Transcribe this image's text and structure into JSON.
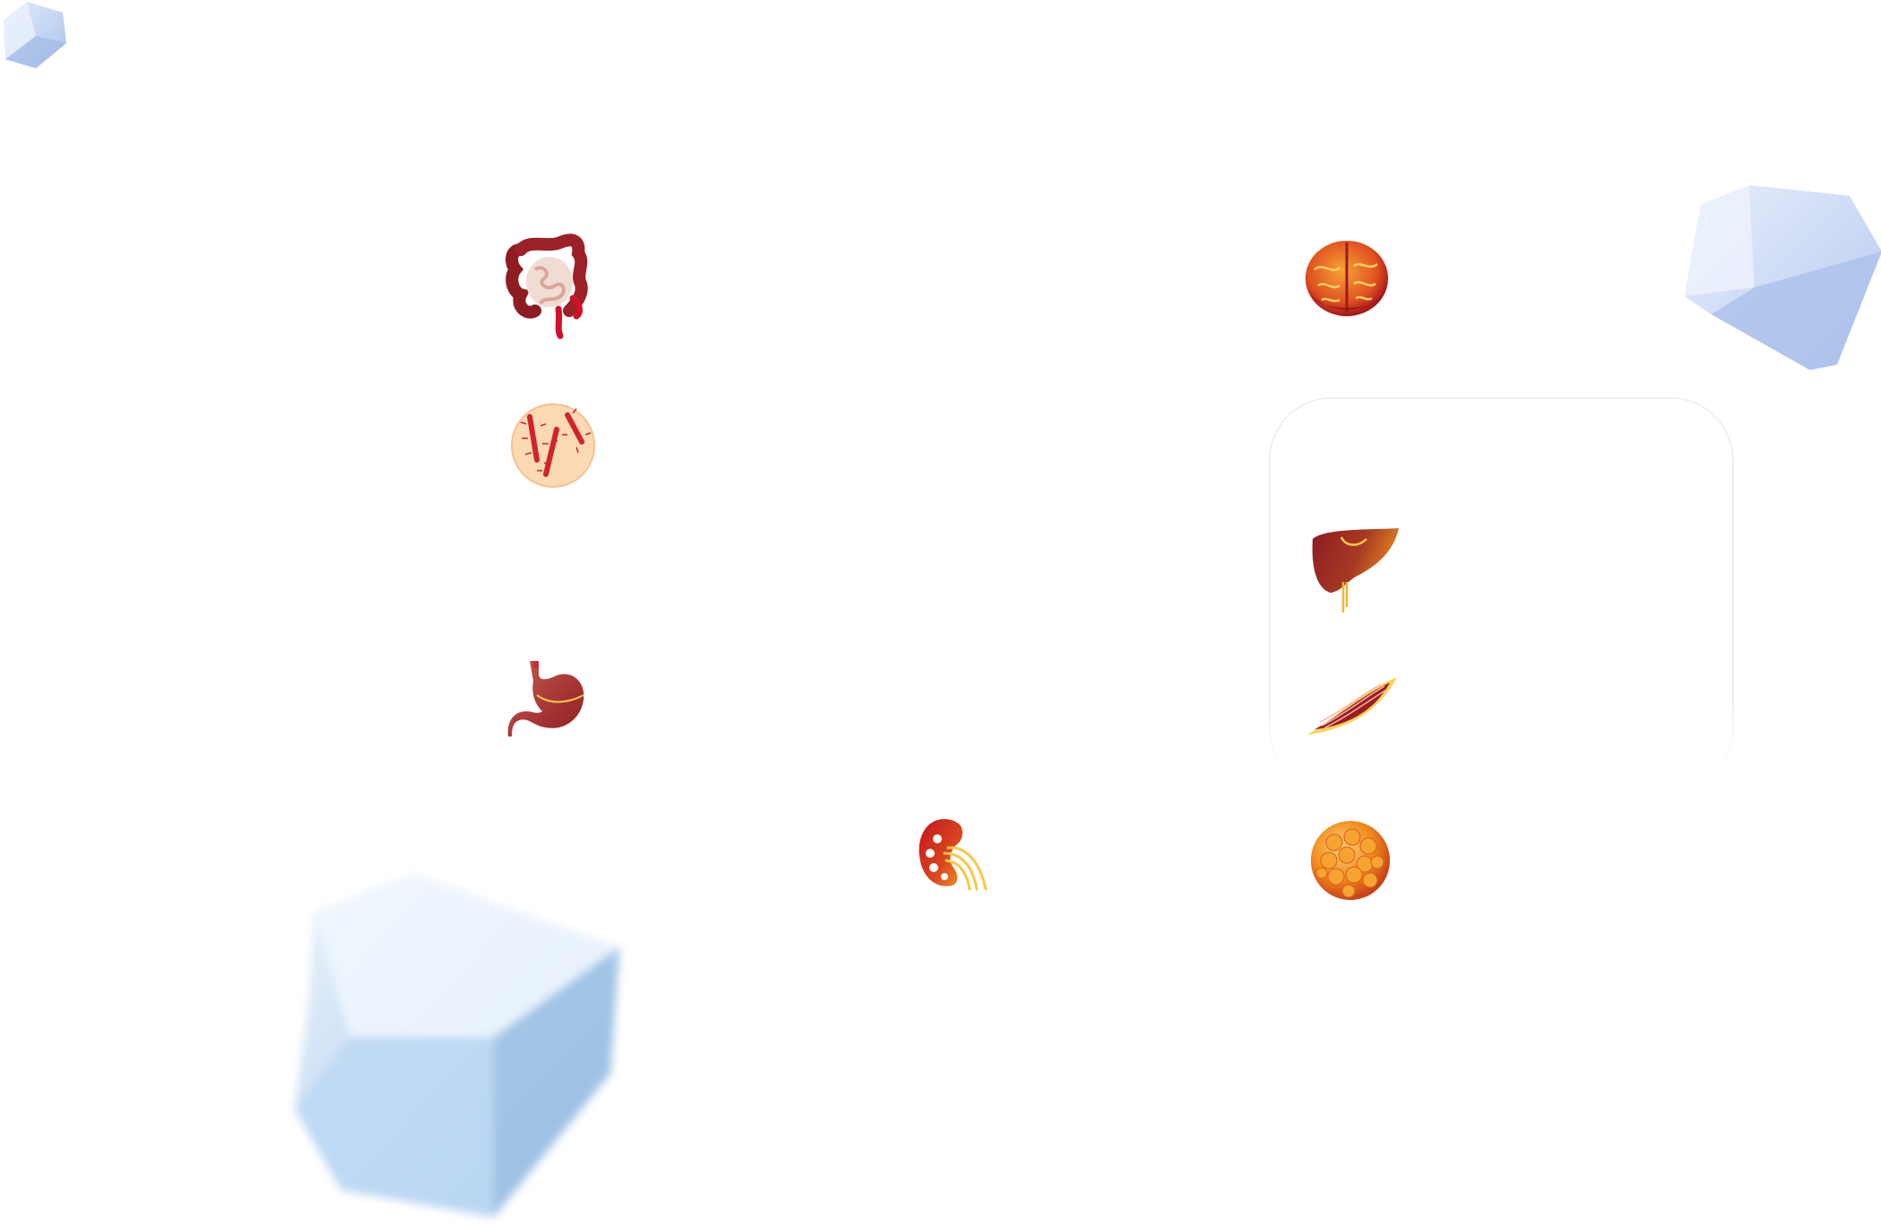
{
  "page": {
    "organs": [
      {
        "name": "intestines"
      },
      {
        "name": "brain"
      },
      {
        "name": "bacteria"
      },
      {
        "name": "liver"
      },
      {
        "name": "stomach"
      },
      {
        "name": "muscle"
      },
      {
        "name": "kidney"
      },
      {
        "name": "fat-cell"
      }
    ],
    "colors": {
      "organ_red": "#a3141d",
      "organ_orange": "#f08a1c",
      "highlight_yellow": "#f7c94a",
      "crystal_blue": "#c8dcf6",
      "card_border": "#f3eef0"
    }
  }
}
